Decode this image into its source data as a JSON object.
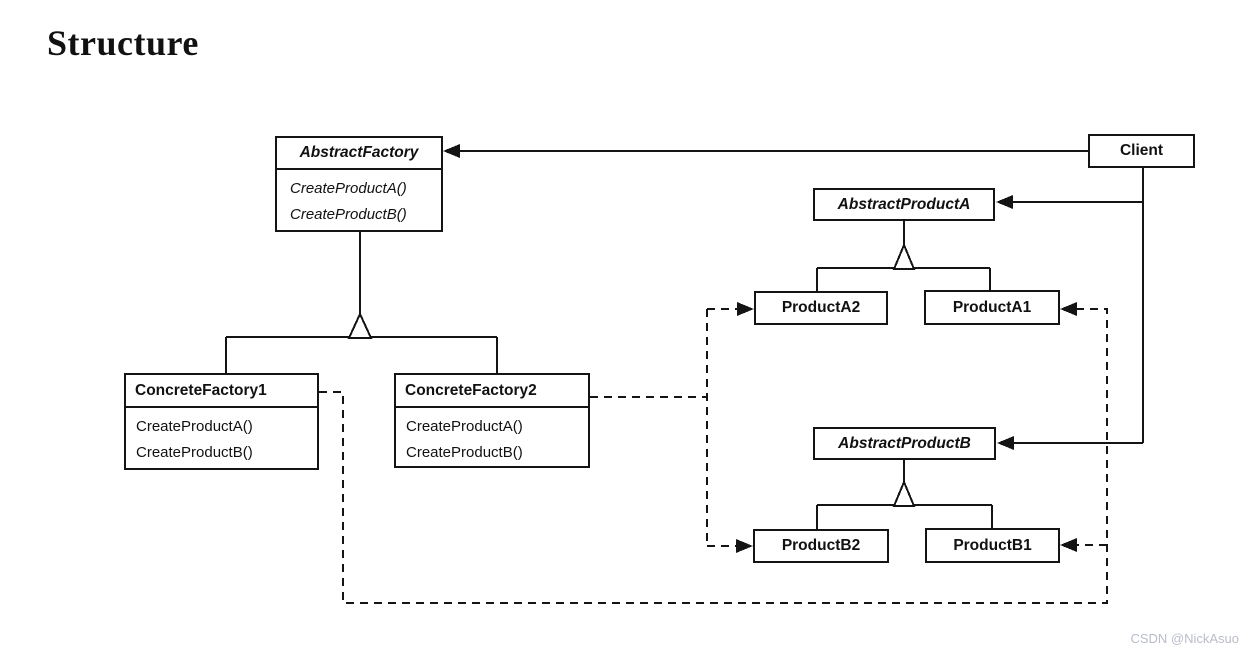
{
  "page": {
    "title": "Structure",
    "watermark": "CSDN @NickAsuo"
  },
  "colors": {
    "line": "#141414",
    "box_background": "#ffffff",
    "text": "#111111",
    "watermark": "#b9bdc9"
  },
  "classes": {
    "abstract_factory": {
      "name": "AbstractFactory",
      "abstract": true,
      "methods": [
        "CreateProductA()",
        "CreateProductB()"
      ]
    },
    "client": {
      "name": "Client"
    },
    "abstract_product_a": {
      "name": "AbstractProductA",
      "abstract": true
    },
    "product_a2": {
      "name": "ProductA2"
    },
    "product_a1": {
      "name": "ProductA1"
    },
    "abstract_product_b": {
      "name": "AbstractProductB",
      "abstract": true
    },
    "product_b2": {
      "name": "ProductB2"
    },
    "product_b1": {
      "name": "ProductB1"
    },
    "concrete_factory_1": {
      "name": "ConcreteFactory1",
      "methods": [
        "CreateProductA()",
        "CreateProductB()"
      ]
    },
    "concrete_factory_2": {
      "name": "ConcreteFactory2",
      "methods": [
        "CreateProductA()",
        "CreateProductB()"
      ]
    }
  },
  "relationships": {
    "solid_arrows": [
      {
        "from": "Client",
        "to": "AbstractFactory"
      },
      {
        "from": "Client",
        "to": "AbstractProductA"
      },
      {
        "from": "Client",
        "to": "AbstractProductB"
      }
    ],
    "inheritance": [
      {
        "parent": "AbstractFactory",
        "children": [
          "ConcreteFactory1",
          "ConcreteFactory2"
        ]
      },
      {
        "parent": "AbstractProductA",
        "children": [
          "ProductA2",
          "ProductA1"
        ]
      },
      {
        "parent": "AbstractProductB",
        "children": [
          "ProductB2",
          "ProductB1"
        ]
      }
    ],
    "dashed_creates": [
      {
        "from": "ConcreteFactory1",
        "to": [
          "ProductA1",
          "ProductB1"
        ]
      },
      {
        "from": "ConcreteFactory2",
        "to": [
          "ProductA2",
          "ProductB2"
        ]
      }
    ]
  }
}
